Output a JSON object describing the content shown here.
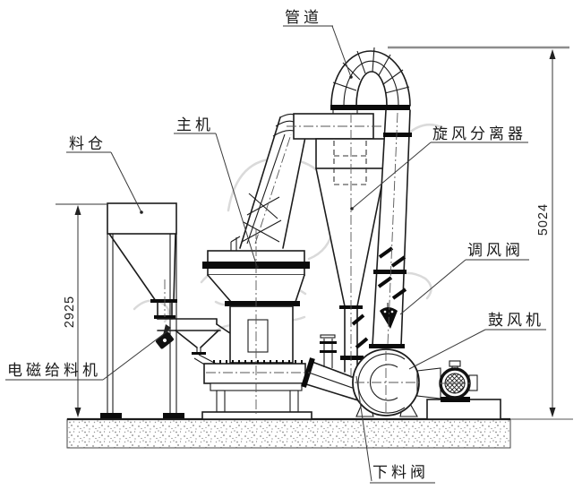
{
  "labels": {
    "pipe": "管道",
    "hopper": "料仓",
    "main_machine": "主机",
    "cyclone": "旋风分离器",
    "air_valve": "调风阀",
    "blower": "鼓风机",
    "feeder": "电磁给料机",
    "discharge_valve": "下料阀"
  },
  "dimensions": {
    "left_height": "2925",
    "right_height": "5024"
  },
  "colors": {
    "line": "#1c1c1c",
    "thick_fill": "#0b0b0b",
    "leader": "#3a3a3a",
    "centerline": "#555555",
    "ground_speckle": "#8a8a8a",
    "watermark": "#c6c6c6",
    "background": "#ffffff"
  }
}
